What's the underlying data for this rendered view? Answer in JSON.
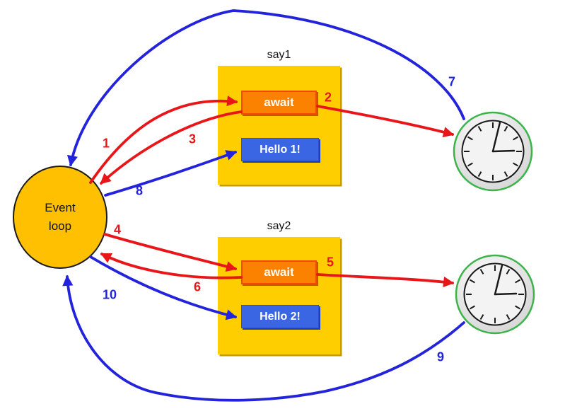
{
  "event_loop": {
    "line1": "Event",
    "line2": "loop"
  },
  "coroutines": [
    {
      "title": "say1",
      "await_label": "await",
      "print_label": "Hello 1!"
    },
    {
      "title": "say2",
      "await_label": "await",
      "print_label": "Hello 2!"
    }
  ],
  "steps": [
    {
      "label": "1",
      "color": "red",
      "from": "event-loop",
      "to": "say1-await"
    },
    {
      "label": "2",
      "color": "red",
      "from": "say1-await",
      "to": "timer-top"
    },
    {
      "label": "3",
      "color": "red",
      "from": "say1-await",
      "to": "event-loop"
    },
    {
      "label": "4",
      "color": "red",
      "from": "event-loop",
      "to": "say2-await"
    },
    {
      "label": "5",
      "color": "red",
      "from": "say2-await",
      "to": "timer-bottom"
    },
    {
      "label": "6",
      "color": "red",
      "from": "say2-await",
      "to": "event-loop"
    },
    {
      "label": "7",
      "color": "blue",
      "from": "timer-top",
      "to": "event-loop"
    },
    {
      "label": "8",
      "color": "blue",
      "from": "event-loop",
      "to": "say1-print"
    },
    {
      "label": "9",
      "color": "blue",
      "from": "timer-bottom",
      "to": "event-loop"
    },
    {
      "label": "10",
      "color": "blue",
      "from": "event-loop",
      "to": "say2-print"
    }
  ],
  "icons": {
    "timer_top": "clock-icon",
    "timer_bottom": "clock-icon"
  },
  "colors": {
    "call_arrow_red": "#e81519",
    "resume_arrow_blue": "#2323dc",
    "event_loop_fill": "#ffc002",
    "coroutine_fill": "#ffce00",
    "await_fill": "#fb8200",
    "print_fill": "#3a66e4",
    "clock_ring_green": "#3cb44a"
  }
}
